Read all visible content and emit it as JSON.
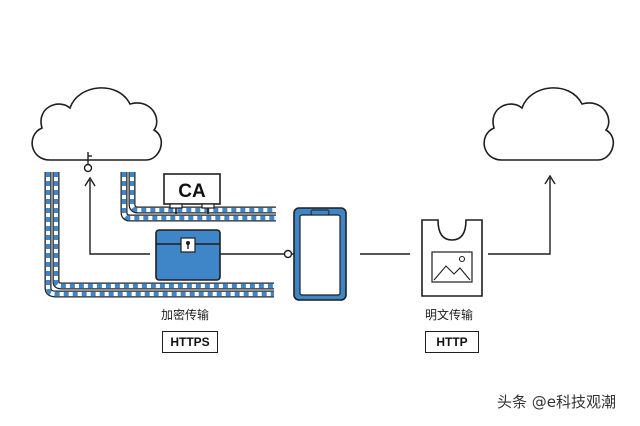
{
  "https_section": {
    "ca_label": "CA",
    "caption": "加密传输",
    "protocol": "HTTPS"
  },
  "http_section": {
    "caption": "明文传输",
    "protocol": "HTTP"
  },
  "watermark": "头条 @e科技观潮",
  "colors": {
    "accent_blue": "#3f86c8",
    "line_dark": "#1f1f1f",
    "background": "#ffffff"
  },
  "icons": [
    "cloud-icon",
    "key-icon",
    "lock-box-icon",
    "phone-icon",
    "image-bag-icon",
    "arrow-up-icon"
  ]
}
